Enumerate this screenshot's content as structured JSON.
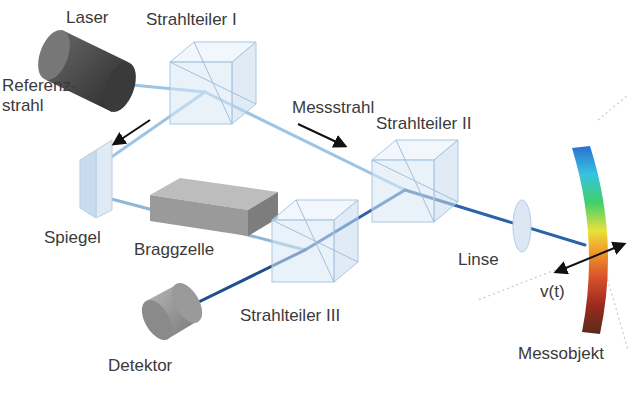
{
  "diagram": {
    "labels": [
      "Laser",
      "Strahlteiler I",
      "Referenz- strahl",
      "Messstrahl",
      "Strahlteiler II",
      "Spiegel",
      "Braggzelle",
      "Linse",
      "Strahlteiler III",
      "v(t)",
      "Messobjekt",
      "Detektor"
    ]
  }
}
